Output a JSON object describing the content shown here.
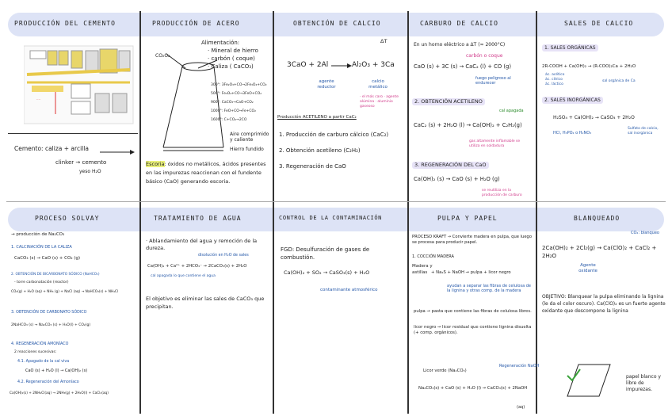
{
  "row1_headers": [
    "PRODUCCIÓN DEL CEMENTO",
    "PRODUCCIÓN DE ACERO",
    "OBTENCIÓN DE CALCIO",
    "CARBURO DE CALCIO",
    "SALES DE CALCIO"
  ],
  "row2_headers": [
    "PROCESO SOLVAY",
    "TRATAMIENTO DE AGUA",
    "CONTROL DE LA CONTAMINACIÓN",
    "PULPA Y PAPEL",
    "BLANQUEADO"
  ],
  "cemento": {
    "line1": "Cemento: caliza + arcilla",
    "line2": "clinker → cemento",
    "yeso": "yeso H₂O"
  },
  "acero": {
    "label_co2": "CO₂O₂",
    "alim_title": "Alimentación:",
    "alim_items": [
      "· Mineral de hierro",
      "· carbón ( coque)",
      "· Caliza ( CaCO₃)"
    ],
    "reactions": [
      "300°: 3Fe₂O₃+CO→2Fe₃O₄+CO₂",
      "500°: Fe₃O₄+CO→3FeO+CO₂",
      "900°: CaCO₃→CaO+CO₂",
      "1000°: FeO+CO→Fe+CO₂",
      "1600°: C+CO₂→2CO"
    ],
    "aire": "Aire comprimido y caliente",
    "hierro": "Hierro fundido",
    "escoria_label": "Escoria",
    "escoria_text": ": óxidos no metálicos, ácidos presentes en las impurezas reaccionan con el fundente básico (CaO) generando escoria."
  },
  "calcio": {
    "top_right": "ΔT",
    "eq_left": "3CaO + 2Al",
    "eq_right": "Al₂O₃ + 3Ca",
    "agente": "agente reductor",
    "calcio_metal": "calcio metálico",
    "pink_note": "· el más caro · agente alúmina · aluminio gaseoso",
    "prod_title": "Producción ACETILENO a partir CaC₂",
    "prod_items": [
      "1. Producción de carburo cálcico (CaC₂)",
      "2. Obtención acetileno (C₂H₂)",
      "3. Regeneración de CaO"
    ]
  },
  "carburo": {
    "intro": "En un horno eléctrico a ΔT (≈ 2000°C)",
    "carbon_coque": "carbón o coque",
    "eq1": "CaO (s) + 3C (s) → CaC₂ (l) + CO (g)",
    "eq1_note": "fuego peligroso al endurecer",
    "sec2": "2. OBTENCIÓN ACETILENO",
    "cal_apagada": "cal apagada",
    "eq2": "CaC₂ (s) + 2H₂O (l) → Ca(OH)₂ + C₂H₂(g)",
    "eq2_note": "gas altamente inflamable se utiliza en soldadura",
    "sec3": "3. REGENERACIÓN DEL CaO",
    "eq3": "Ca(OH)₂ (s) → CaO (s) + H₂O (g)",
    "eq3_note": "se reutiliza en la producción de carburo"
  },
  "sales": {
    "sec1": "1. SALES ORGÁNICAS",
    "eq1": "2R-COOH + Ca(OH)₂ → (R-COO)₂Ca + 2H₂O",
    "labels1": [
      "ác. acético",
      "ác. cítrico",
      "ác. láctico"
    ],
    "organico": "sal orgánica de Ca",
    "sec2": "2. SALES INORGÁNICAS",
    "eq2": "H₂SO₄ + Ca(OH)₂ → CaSO₄ + 2H₂O",
    "acids": "HCl, H₃PO₄ o H₂NO₃",
    "inorg": "Sulfato de calcio, sal inorgánica"
  },
  "solvay": {
    "intro": "→ producción de Na₂CO₃",
    "s1": "1. CALCINACIÓN DE LA CALIZA",
    "e1": "CaCO₃ (s) → CaO (s) + CO₂ (g)",
    "s2": "2. OBTENCIÓN DE BICARBONATO SÓDICO (NaHCO₃)",
    "s2b": "- torre carbonatación (reactor)",
    "e2": "CO₂(g) + H₂O (aq) + NH₃ (g) + NaCl (aq) → NaHCO₃(s) + NH₄Cl",
    "s3": "3. OBTENCIÓN DE CARBONATO SÓDICO",
    "e3": "2NaHCO₃ (s) → Na₂CO₃ (s) + H₂O(l) + CO₂(g)",
    "s4": "4. REGENERACIÓN AMONÍACO",
    "s4b": "2 reacciones sucesivas:",
    "s41": "4.1. Apagado de la cal viva",
    "e41": "CaO (s) + H₂O (l) → Ca(OH)₂ (s)",
    "s42": "4.2. Regeneración del Amoníaco",
    "e42": "Ca(OH)₂(s) + 2NH₄Cl(aq) → 2NH₃(g) + 2H₂O(l) + CaCl₂(aq)"
  },
  "agua": {
    "p1": "· Ablandamiento del agua y remoción de la dureza.",
    "note": "disolución en H₂O de sales",
    "eq": "Ca(OH)₂ + Ca²⁺ + 2HCO₃⁻ → 2CaCO₃(s) + 2H₂O",
    "eq_note": "cal apagada   lo que contiene el agua",
    "p2": "El objetivo es eliminar las sales de CaCO₃ que precipitan."
  },
  "contam": {
    "fgd": "FGD: Desulfuración de gases de combustión.",
    "eq": "Ca(OH)₂ + SO₂ → CaSO₃(s) + H₂O",
    "note": "contaminante atmosférico"
  },
  "pulpa": {
    "kraft": "PROCESO KRAFT → Convierte madera en pulpa, que luego se procesa para producir papel.",
    "sec": "1. COCCIÓN MADERA",
    "madera": "Madera y astillas",
    "eq": "+ Na₂S + NaOH → pulpa + licor negro",
    "blue_note": "ayudan a separar las fibras de celulosa de la lignina y otras comp. de la madera",
    "pulpa_line": "pulpa → pasta que contiene las fibras de celulosa libres.",
    "licor": "licor negro → licor residual que contiene lignina disuelta (+ comp. orgánicos).",
    "licor_verde": "Licor verde (Na₂CO₃)",
    "regen": "Regeneración NaOH",
    "eq2": "Na₂CO₃(s) + CaO (s) + H₂O (l) → CaCO₃(s) + 2NaOH",
    "aq": "(aq)"
  },
  "blanq": {
    "co2": "CO₂: blanqueo",
    "eq": "2Ca(OH)₂ + 2Cl₂(g) → Ca(ClO)₂ + CaCl₂ + 2H₂O",
    "agente": "Agente oxidante",
    "obj": "OBJETIVO: Blanquear la pulpa eliminando la lignina (le da el color oscuro). Ca(ClO)₂ es un fuerte agente oxidante que descompone la lignina",
    "papel": "papel blanco y libre de impurezas."
  }
}
